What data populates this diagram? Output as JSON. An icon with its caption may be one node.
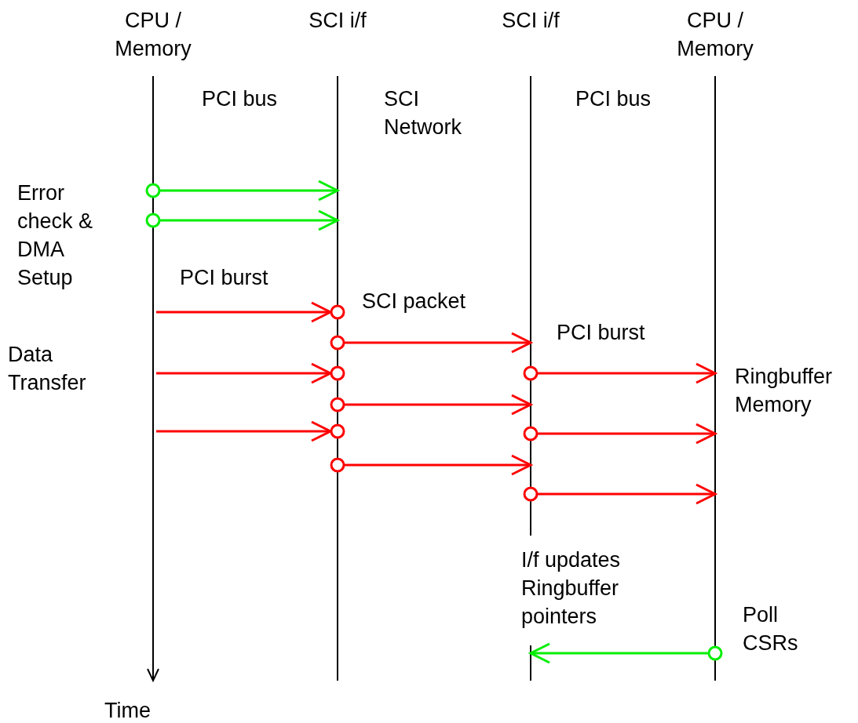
{
  "diagram": {
    "nodes": [
      {
        "text": [
          "CPU / Memory"
        ]
      },
      {
        "text": [
          "SCI i/f"
        ]
      },
      {
        "text": [
          "SCI i/f"
        ]
      },
      {
        "text": [
          "CPU / Memory"
        ]
      }
    ],
    "edges": [
      {
        "from": 0,
        "to": 1,
        "arrow": "to",
        "color": "#00ee00"
      },
      {
        "from": 0,
        "to": 1,
        "arrow": "to",
        "color": "#00ee00"
      },
      {
        "from": 0,
        "to": 1,
        "arrow": "to"
      },
      {
        "from": 1,
        "to": 2,
        "arrow": "to"
      },
      {
        "from": 2,
        "to": 3,
        "arrow": "to"
      },
      {
        "from": 0,
        "to": 1,
        "arrow": "to"
      },
      {
        "from": 1,
        "to": 2,
        "arrow": "to"
      },
      {
        "from": 0,
        "to": 1,
        "arrow": "to"
      },
      {
        "from": 2,
        "to": 3,
        "arrow": "to"
      },
      {
        "from": 1,
        "to": 2,
        "arrow": "to"
      },
      {
        "from": 2,
        "to": 3,
        "arrow": "to"
      },
      {
        "from": 3,
        "to": 2,
        "arrow": "to",
        "color": "#00ee00"
      }
    ],
    "labels": [
      "PCI bus",
      "SCI Network",
      "PCI bus",
      "Error check & DMA Setup",
      "PCI burst",
      "SCI packet",
      "PCI burst",
      "Data Transfer",
      "Ringbuffer Memory",
      "I/f updates Ringbuffer pointers",
      "Poll CSRs",
      "Time"
    ]
  }
}
